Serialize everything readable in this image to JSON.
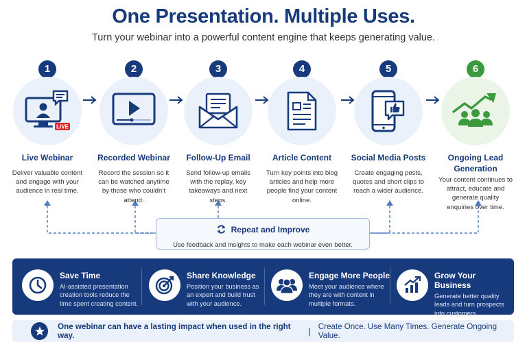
{
  "header": {
    "title": "One Presentation. Multiple Uses.",
    "subtitle": "Turn your webinar into a powerful content engine that keeps generating value."
  },
  "steps": [
    {
      "number": "1",
      "title": "Live Webinar",
      "desc": "Deliver valuable content and engage with your audience in real time.",
      "icon": "live-webinar-icon",
      "live_badge": "LIVE"
    },
    {
      "number": "2",
      "title": "Recorded Webinar",
      "desc": "Record the session so it can be watched anytime by those who couldn’t attend.",
      "icon": "video-player-icon"
    },
    {
      "number": "3",
      "title": "Follow-Up Email",
      "desc": "Send follow-up emails with the replay, key takeaways and next steps.",
      "icon": "email-icon"
    },
    {
      "number": "4",
      "title": "Article Content",
      "desc": "Turn key points into blog articles and help more people find your content online.",
      "icon": "article-icon"
    },
    {
      "number": "5",
      "title": "Social Media Posts",
      "desc": "Create engaging posts, quotes and short clips to reach a wider audience.",
      "icon": "social-media-icon"
    },
    {
      "number": "6",
      "title": "Ongoing Lead Generation",
      "desc": "Your content continues to attract, educate and generate quality enquiries over time.",
      "icon": "growth-people-icon"
    }
  ],
  "repeat": {
    "title": "Repeat and Improve",
    "desc": "Use feedback and insights to make each webinar even better."
  },
  "benefits": [
    {
      "title": "Save Time",
      "desc": "AI-assisted presentation creation tools reduce the time spent creating content.",
      "icon": "clock-icon"
    },
    {
      "title": "Share Knowledge",
      "desc": "Position your business as an expert and build trust with your audience.",
      "icon": "target-icon"
    },
    {
      "title": "Engage More People",
      "desc": "Meet your audience where they are with content in multiple formats.",
      "icon": "people-icon"
    },
    {
      "title": "Grow Your Business",
      "desc": "Generate better quality leads and turn prospects into customers.",
      "icon": "growth-chart-icon"
    }
  ],
  "footer": {
    "bold": "One webinar can have a lasting impact when used in the right way.",
    "divider": "|",
    "rest": "Create Once. Use Many Times. Generate Ongoing Value.",
    "icon": "star-icon"
  },
  "colors": {
    "primary": "#173a7c",
    "accent_green": "#3a9a3d",
    "live_red": "#e0282b",
    "light_blue_bg": "#eaf1fb"
  }
}
